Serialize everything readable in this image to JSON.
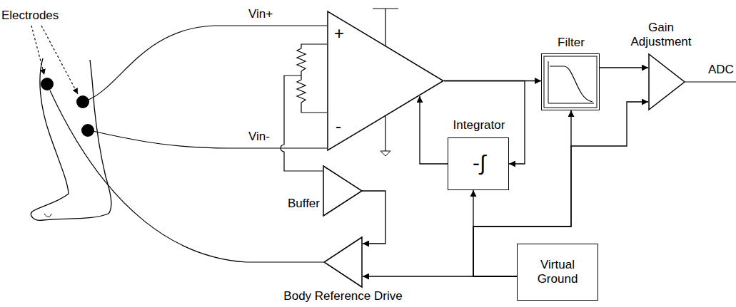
{
  "diagram": {
    "nodes": [
      {
        "text": [
          "+",
          "-"
        ]
      },
      {
        "text": [
          "Integrator",
          "-∫"
        ]
      },
      {
        "text": [
          "Filter"
        ]
      },
      {
        "text": [
          "Gain Adjustment"
        ]
      },
      {
        "text": [
          "Buffer"
        ]
      },
      {
        "text": [
          "Body Reference Drive"
        ]
      },
      {
        "text": [
          "Virtual Ground"
        ]
      }
    ],
    "edges": [
      {
        "from": 0,
        "to": 2,
        "arrow": "to"
      },
      {
        "from": 0,
        "to": 1,
        "arrow": "to"
      },
      {
        "from": 1,
        "to": 0,
        "arrow": "to"
      },
      {
        "from": 2,
        "to": 3,
        "arrow": "to"
      },
      {
        "from": 4,
        "to": 5,
        "arrow": "to"
      },
      {
        "from": 6,
        "to": 5,
        "arrow": "to"
      },
      {
        "from": 6,
        "to": 1,
        "arrow": "to"
      },
      {
        "from": 6,
        "to": 2,
        "arrow": "to"
      },
      {
        "from": 6,
        "to": 3,
        "arrow": "to"
      }
    ],
    "labels": [
      "Electrodes",
      "Vin+",
      "Vin-",
      "ADC"
    ]
  }
}
